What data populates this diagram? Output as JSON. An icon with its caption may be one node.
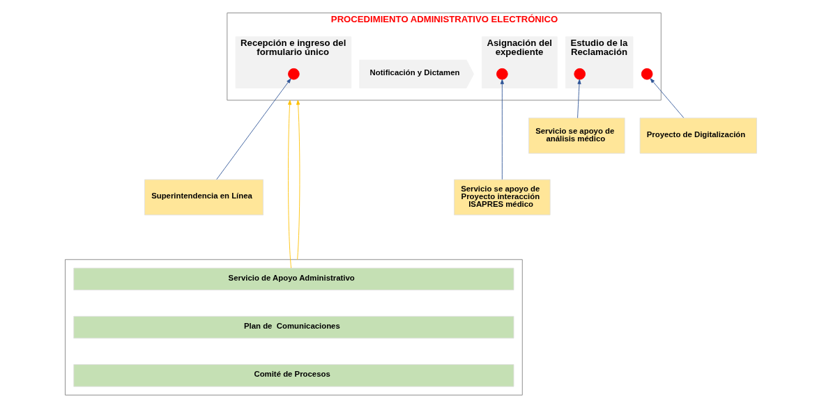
{
  "diagram": {
    "nodes": [
      {
        "text": [
          "PROCEDIMIENTO ADMINISTRATIVO ELECTRÓNICO"
        ]
      },
      {
        "text": [
          "Recepción e ingreso del formulario único"
        ],
        "in": 0
      },
      {
        "text": [
          "Asignación del expediente"
        ],
        "in": 0
      },
      {
        "text": [
          "Estudio de la Reclamación"
        ],
        "in": 0
      },
      {
        "text": [
          "Notificación y Dictamen"
        ],
        "in": 0
      },
      {
        "text": [],
        "shape": "circle",
        "in": 1
      },
      {
        "text": [],
        "shape": "circle",
        "in": 0
      },
      {
        "text": [],
        "shape": "circle",
        "in": 2
      },
      {
        "text": [],
        "shape": "circle",
        "in": 3
      },
      {
        "text": [
          "Superintendencia en Línea"
        ]
      },
      {
        "text": [
          "Proyecto de Digitalización"
        ]
      },
      {
        "text": [
          "Servicio se apoyo de Proyecto interacción ISAPRES médico"
        ]
      },
      {
        "text": [
          "Servicio se apoyo de análisis médico"
        ]
      },
      {
        "text": [],
        "shape": "box"
      },
      {
        "text": [
          "Servicio de Apoyo Administrativo"
        ],
        "in": 13
      },
      {
        "text": [
          "Plan de  Comunicaciones"
        ],
        "in": 13
      },
      {
        "text": [
          "Comité de Procesos"
        ],
        "in": 13
      }
    ],
    "edges": [
      {
        "from": 9,
        "to": 5,
        "arrow": "to"
      },
      {
        "from": 10,
        "to": 6,
        "arrow": "to"
      },
      {
        "from": 11,
        "to": 7,
        "arrow": "to"
      },
      {
        "from": 12,
        "to": 8,
        "arrow": "to"
      },
      {
        "from": 14,
        "to": 0,
        "arrow": "to",
        "color": "#ffc000"
      },
      {
        "from": 13,
        "to": 0,
        "arrow": "to",
        "color": "#ffc000"
      }
    ]
  }
}
